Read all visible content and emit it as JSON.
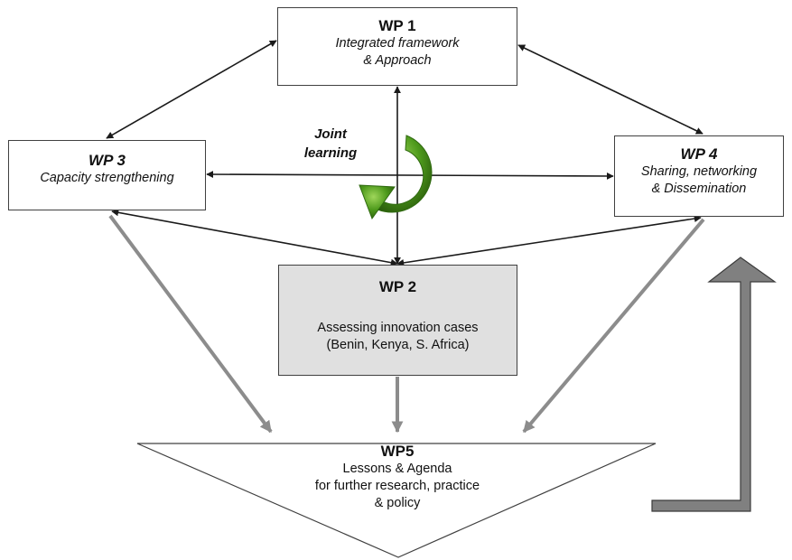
{
  "wp1": {
    "title": "WP 1",
    "lines": [
      "Integrated framework",
      "& Approach"
    ]
  },
  "wp2": {
    "title": "WP 2",
    "lines": [
      "Assessing innovation cases",
      "(Benin, Kenya, S. Africa)"
    ]
  },
  "wp3": {
    "title": "WP 3",
    "lines": [
      "Capacity strengthening"
    ]
  },
  "wp4": {
    "title": "WP 4",
    "lines": [
      "Sharing, networking",
      "& Dissemination"
    ]
  },
  "wp5": {
    "title": "WP5",
    "lines": [
      "Lessons & Agenda",
      "for further research, practice",
      "& policy"
    ]
  },
  "joint_learning": {
    "lines": [
      "Joint",
      "learning"
    ]
  },
  "icons": {
    "cycle": "green-cycle-arrow-icon",
    "feedback": "feedback-arrow-icon"
  },
  "colors": {
    "arrow_dark": "#1a1a1a",
    "arrow_gray": "#8c8c8c",
    "wp2_fill": "#e0e0e0",
    "cycle_green": "#4e9a1c",
    "feedback_fill": "#808080"
  }
}
